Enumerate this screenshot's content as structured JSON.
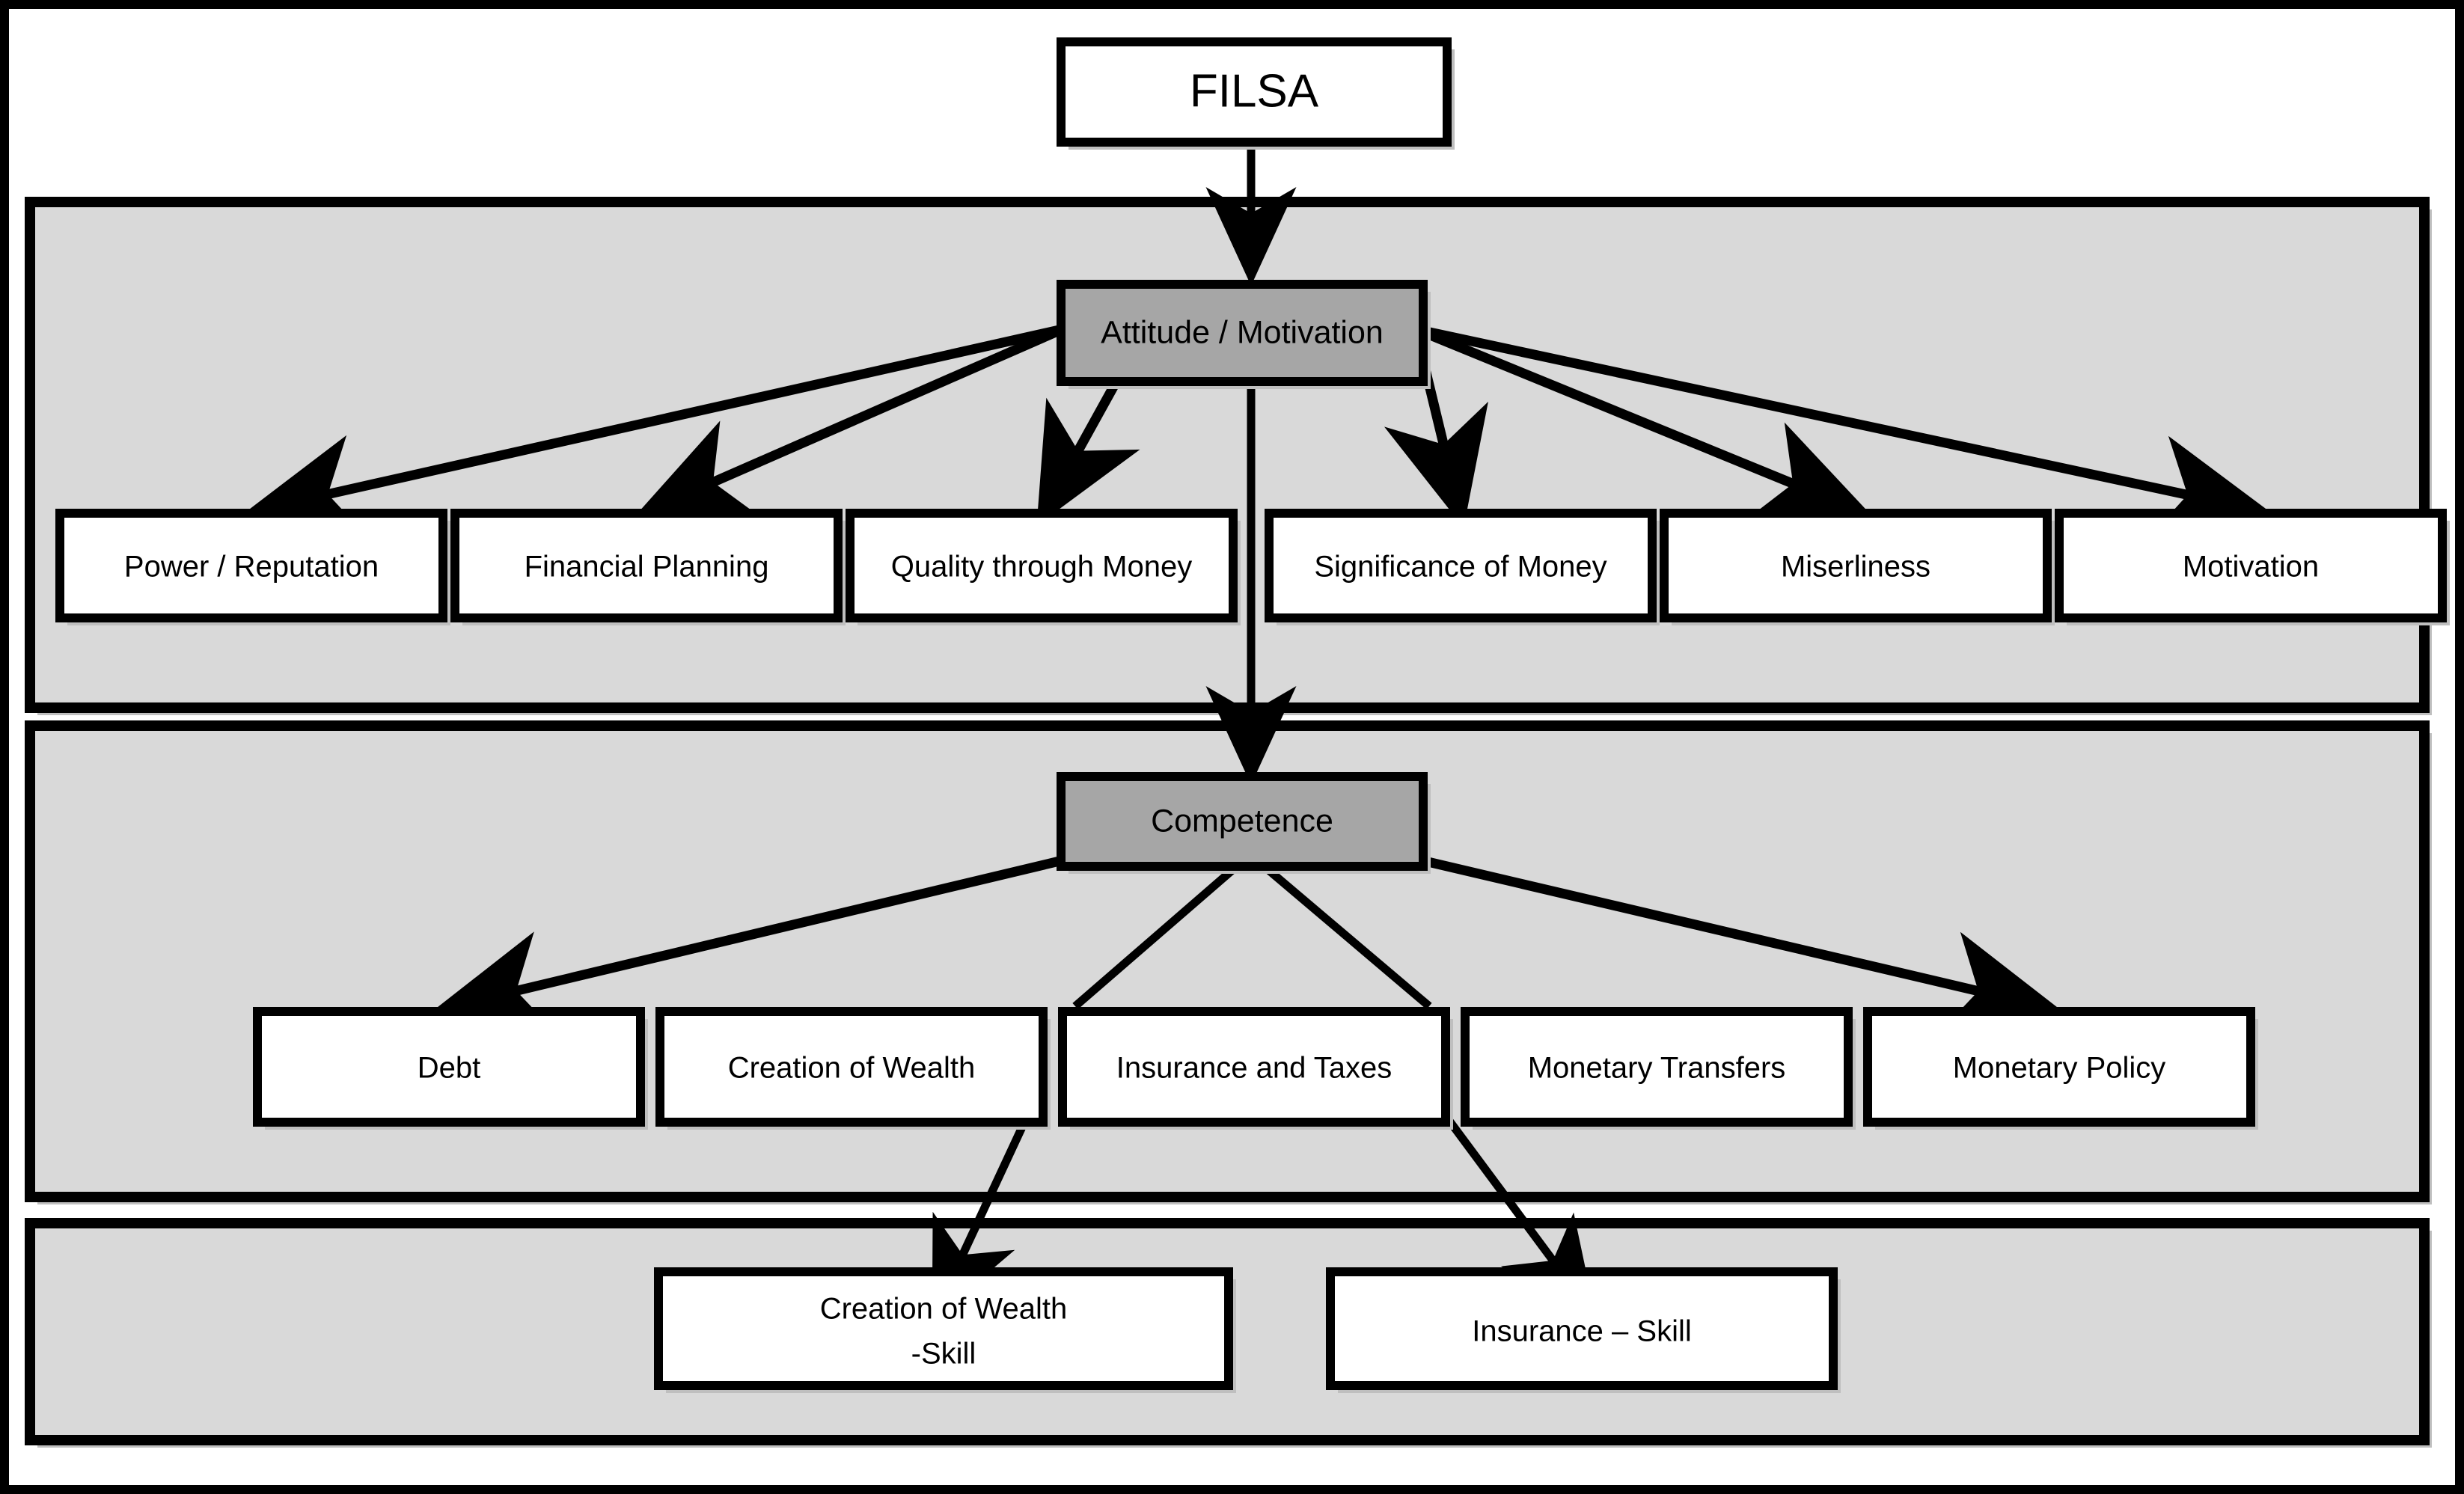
{
  "diagram": {
    "title": "FILSA competence / attitude hierarchy",
    "colors": {
      "panel_fill": "#D9D9D9",
      "node_fill": "#FFFFFF",
      "hub_fill": "#A6A6A6",
      "stroke": "#000000",
      "shadow": "#BFBFBF"
    },
    "root": {
      "label": "FILSA"
    },
    "panels": [
      {
        "name": "attitude-panel"
      },
      {
        "name": "competence-panel"
      },
      {
        "name": "skill-panel"
      }
    ],
    "hubs": [
      {
        "label": "Attitude / Motivation"
      },
      {
        "label": "Competence"
      }
    ],
    "attitude_children": [
      {
        "label": "Power / Reputation"
      },
      {
        "label": "Financial Planning"
      },
      {
        "label": "Quality through  Money"
      },
      {
        "label": "Significance of Money"
      },
      {
        "label": "Miserliness"
      },
      {
        "label": "Motivation"
      }
    ],
    "competence_children": [
      {
        "label": "Debt"
      },
      {
        "label": "Creation of Wealth"
      },
      {
        "label": "Insurance and Taxes"
      },
      {
        "label": "Monetary Transfers"
      },
      {
        "label": "Monetary  Policy"
      }
    ],
    "skill_children": [
      {
        "line1": "Creation of Wealth",
        "line2": "-Skill"
      },
      {
        "line1": "Insurance – Skill",
        "line2": ""
      }
    ]
  }
}
